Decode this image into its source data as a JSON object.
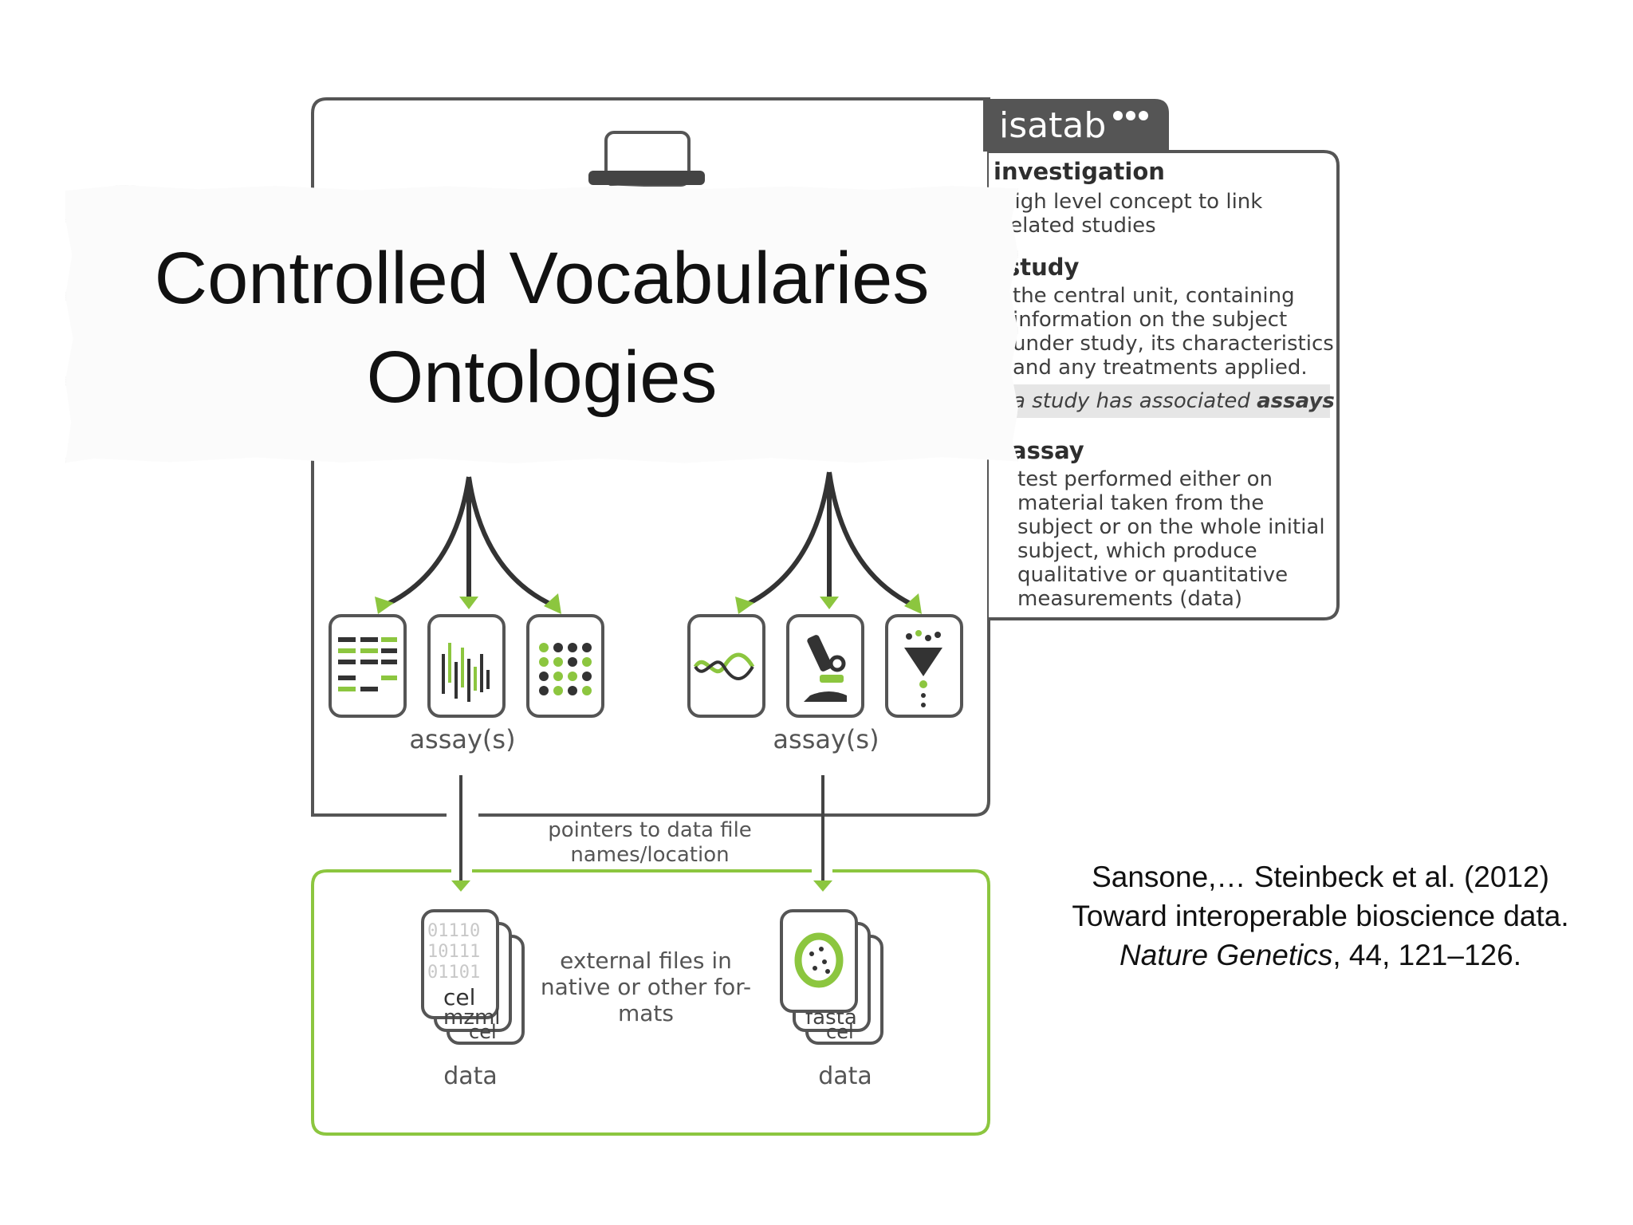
{
  "diagram": {
    "logo": "isatab",
    "investigation": {
      "heading": "investigation",
      "lines": [
        "high level concept to link",
        "related studies"
      ]
    },
    "study": {
      "heading": "study",
      "lines": [
        "the central unit, containing",
        "information on the subject",
        "under study, its characteristics",
        "and any treatments applied."
      ],
      "note_prefix": "a study has associated ",
      "note_bold": "assays"
    },
    "assay": {
      "heading": "assay",
      "lines": [
        "test performed either on",
        "material taken from the",
        "subject or on the whole initial",
        "subject, which produce",
        "qualitative or quantitative",
        "measurements (data)"
      ]
    },
    "assay_label_left": "assay(s)",
    "assay_label_right": "assay(s)",
    "pointers_line1": "pointers to data file",
    "pointers_line2": "names/location",
    "external_line1": "external files in",
    "external_line2": "native or other for-",
    "external_line3": "mats",
    "data_label_left": "data",
    "data_label_right": "data",
    "file_left": {
      "front": "cel",
      "middle": "mzml",
      "back": "cel",
      "binary": [
        "01110",
        "10111",
        "01101"
      ]
    },
    "file_right": {
      "front": "fasta",
      "back": "cel"
    }
  },
  "slide": {
    "title_line1": "Controlled Vocabularies",
    "title_line2": "Ontologies"
  },
  "citation": {
    "line1": "Sansone,… Steinbeck et al. (2012)",
    "line2": "Toward interoperable bioscience data.",
    "journal": "Nature Genetics",
    "line3_rest": ", 44, 121–126."
  },
  "colors": {
    "accent_green": "#8cc63f",
    "outline": "#555555",
    "paper": "#fbfbfb"
  }
}
